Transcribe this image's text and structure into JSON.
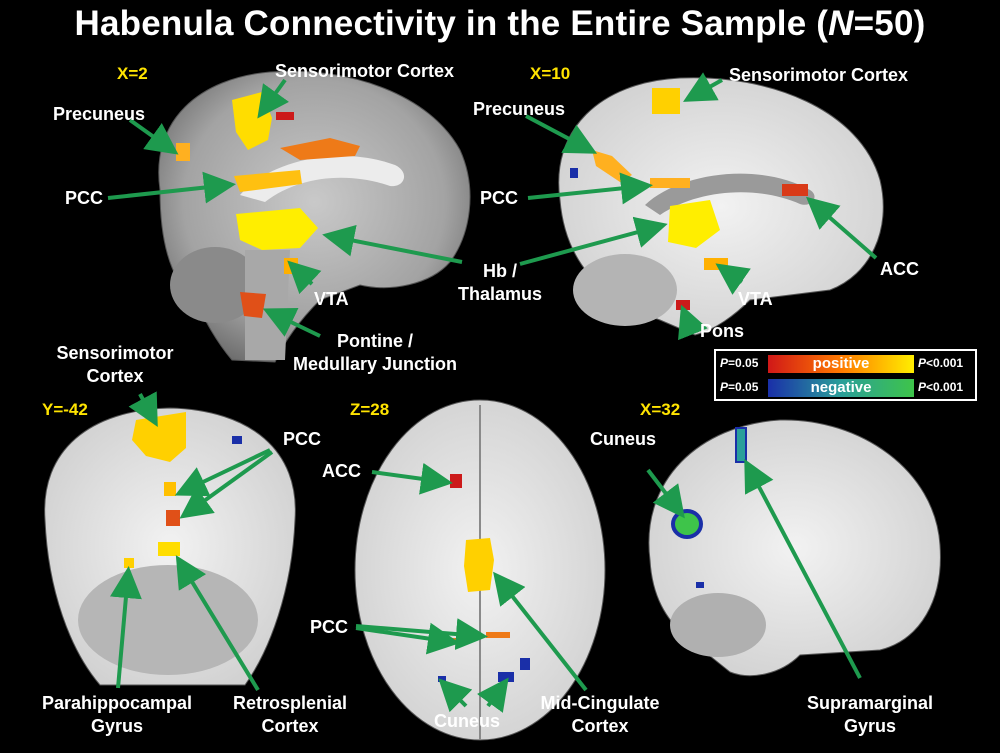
{
  "title": {
    "main": "Habenula Connectivity in the Entire Sample (",
    "n_symbol": "N",
    "n_value": "=50)"
  },
  "panels": {
    "sagittal_x2": {
      "coord": "X=2",
      "labels": {
        "sensorimotor": "Sensorimotor Cortex",
        "precuneus": "Precuneus",
        "pcc": "PCC",
        "vta": "VTA",
        "pontine_line1": "Pontine /",
        "pontine_line2": "Medullary Junction"
      }
    },
    "shared": {
      "hb_line1": "Hb /",
      "hb_line2": "Thalamus"
    },
    "sagittal_x10": {
      "coord": "X=10",
      "labels": {
        "sensorimotor": "Sensorimotor Cortex",
        "precuneus": "Precuneus",
        "pcc": "PCC",
        "acc": "ACC",
        "vta": "VTA",
        "pons": "Pons"
      }
    },
    "coronal_y42": {
      "coord": "Y=-42",
      "labels": {
        "sensorimotor_line1": "Sensorimotor",
        "sensorimotor_line2": "Cortex",
        "pcc": "PCC",
        "parahippo_line1": "Parahippocampal",
        "parahippo_line2": "Gyrus",
        "retrosplenial_line1": "Retrosplenial",
        "retrosplenial_line2": "Cortex"
      }
    },
    "axial_z28": {
      "coord": "Z=28",
      "labels": {
        "acc": "ACC",
        "pcc": "PCC",
        "cuneus": "Cuneus",
        "midcingulate_line1": "Mid-Cingulate",
        "midcingulate_line2": "Cortex"
      }
    },
    "sagittal_x32": {
      "coord": "X=32",
      "labels": {
        "cuneus": "Cuneus",
        "supramarginal_line1": "Supramarginal",
        "supramarginal_line2": "Gyrus"
      }
    }
  },
  "legend": {
    "positive": {
      "p_symbol": "P",
      "low": "=0.05",
      "label": "positive",
      "high": "<0.001"
    },
    "negative": {
      "p_symbol": "P",
      "low": "=0.05",
      "label": "negative",
      "high": "<0.001"
    }
  },
  "colors": {
    "background": "#000000",
    "coord_text": "#ffe400",
    "arrow": "#1e9a4e",
    "positive_low": "#d01818",
    "positive_high": "#ffee00",
    "negative_low": "#1a2fa8",
    "negative_high": "#3ec44a"
  }
}
